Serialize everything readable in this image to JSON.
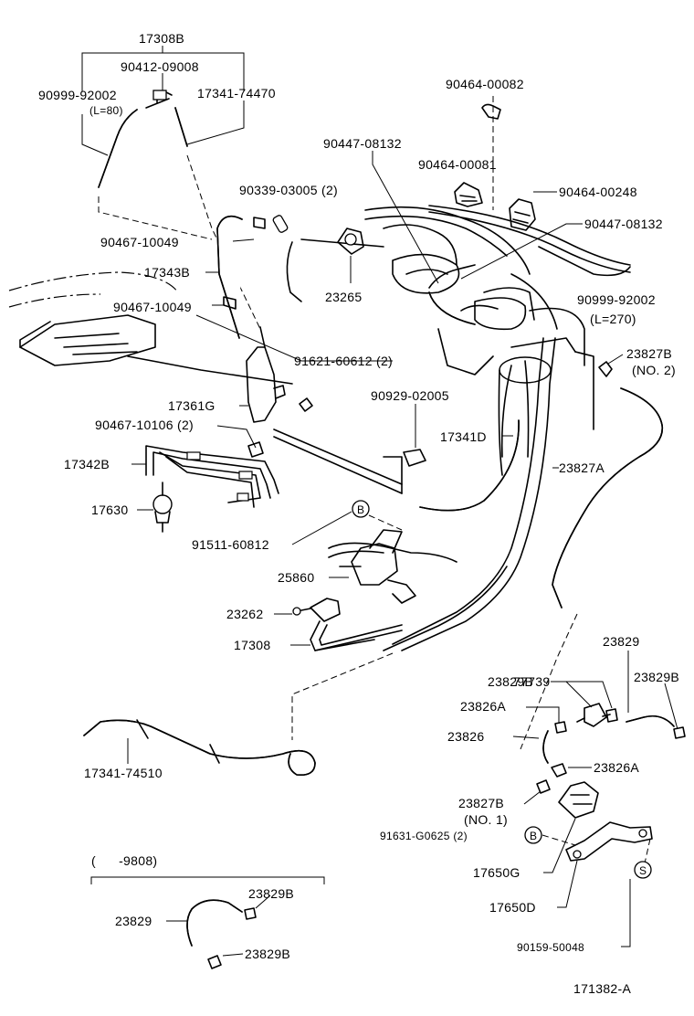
{
  "labels": {
    "p17308B": "17308B",
    "p90412": "90412-09008",
    "p90999_92002": "90999-92002",
    "p90999_L80": "(L=80)",
    "p17341_74470": "17341-74470",
    "p90464_00082": "90464-00082",
    "p90447_08132_top": "90447-08132",
    "p90464_00081": "90464-00081",
    "p90339": "90339-03005 (2)",
    "p90464_00248": "90464-00248",
    "p90447_08132_right": "90447-08132",
    "p90467_10049_a": "90467-10049",
    "p17343B": "17343B",
    "p23265": "23265",
    "p90999_92002_r": "90999-92002",
    "p90999_L270": "(L=270)",
    "p90467_10049_b": "90467-10049",
    "p91621": "91621-60612 (2)",
    "p23827B_no2": "23827B",
    "p23827B_no2_sub": "(NO. 2)",
    "p17361G": "17361G",
    "p90929": "90929-02005",
    "p90467_10106": "90467-10106 (2)",
    "p17341D": "17341D",
    "p17342B": "17342B",
    "p23827A": "23827A",
    "p17630": "17630",
    "p91511": "91511-60812",
    "p25860": "25860",
    "p23262": "23262",
    "p17308": "17308",
    "p23829_top": "23829",
    "p23829B_a": "23829B",
    "p23829B_b": "23829B",
    "p77739": "77739",
    "p23826A_a": "23826A",
    "p23826": "23826",
    "p23826A_b": "23826A",
    "p17341_74510": "17341-74510",
    "p23827B_no1": "23827B",
    "p23827B_no1_sub": "(NO. 1)",
    "p91631": "91631-G0625 (2)",
    "p17650G": "17650G",
    "p17650D": "17650D",
    "p90159": "90159-50048",
    "inset_range": "(      -9808)",
    "inset_23829B_top": "23829B",
    "inset_23829": "23829",
    "inset_23829B_bot": "23829B",
    "ref_B": "B",
    "ref_S": "S",
    "diagram_id": "171382-A"
  }
}
